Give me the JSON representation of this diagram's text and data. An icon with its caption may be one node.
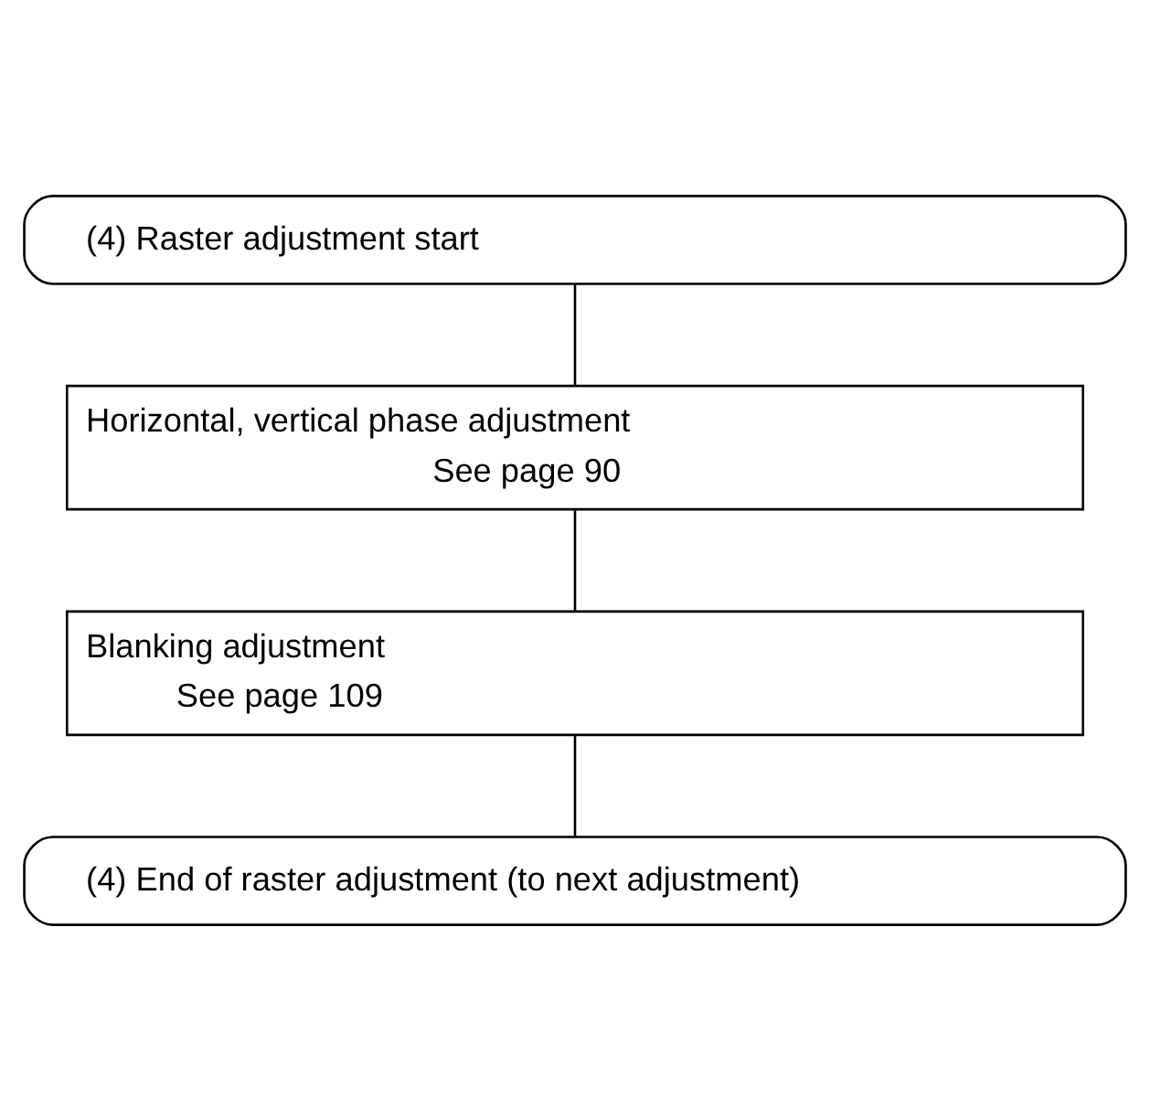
{
  "diagram": {
    "nodes": [
      {
        "text": [
          "(4) Raster adjustment start"
        ]
      },
      {
        "text": [
          "Horizontal, vertical phase adjustment",
          "See page 90"
        ]
      },
      {
        "text": [
          "Blanking adjustment",
          "See page 109"
        ]
      },
      {
        "text": [
          "(4) End of raster adjustment (to next adjustment)"
        ]
      }
    ],
    "edges": [
      {
        "from": 0,
        "to": 1,
        "arrow": "none"
      },
      {
        "from": 1,
        "to": 2,
        "arrow": "none"
      },
      {
        "from": 2,
        "to": 3,
        "arrow": "none"
      }
    ]
  }
}
